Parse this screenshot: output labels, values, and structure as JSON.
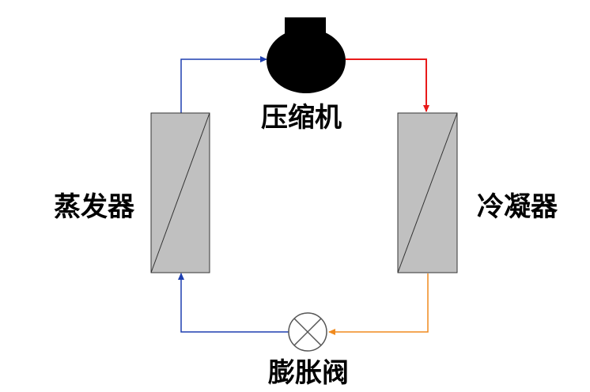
{
  "labels": {
    "compressor": "压缩机",
    "evaporator": "蒸发器",
    "condenser": "冷凝器",
    "expansion_valve": "膨胀阀"
  },
  "colors": {
    "low_pressure_gas": "#1e3fb0",
    "high_pressure_gas": "#e81a1a",
    "high_pressure_liquid": "#f08a1e",
    "heat_exchanger_fill": "#c0c0c0",
    "component_fill": "#000000"
  }
}
